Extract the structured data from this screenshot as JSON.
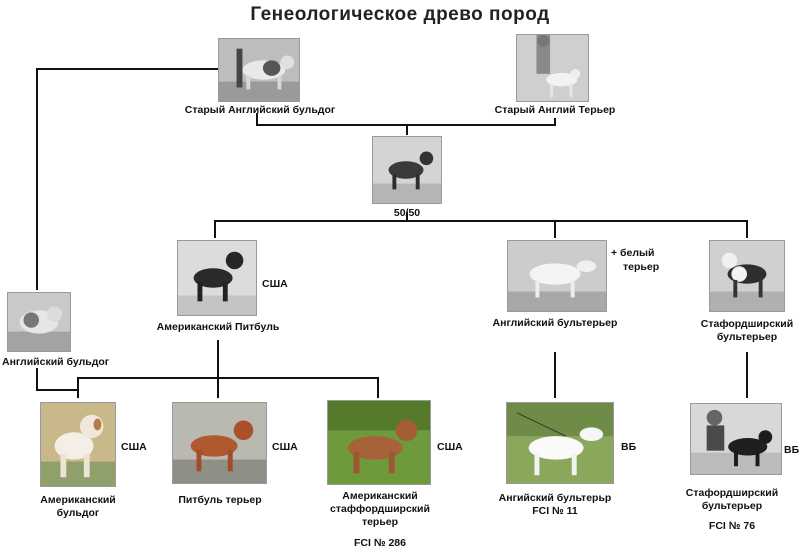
{
  "title": "Генеологическое древо пород",
  "nodes": {
    "old_bulldog": {
      "label": "Старый Английский бульдог"
    },
    "old_terrier": {
      "label": "Старый Англий Терьер"
    },
    "cross": {
      "label": "50/50"
    },
    "am_pitbull": {
      "label": "Американский Питбуль",
      "note": "США"
    },
    "eng_bull_terrier": {
      "label": "Английский бультерьер",
      "note_line1": "+ белый",
      "note_line2": "терьер"
    },
    "staff_bull_terrier": {
      "label_line1": "Стафордширский",
      "label_line2": "бультерьер"
    },
    "eng_bulldog": {
      "label": "Английский бульдог"
    },
    "am_bulldog": {
      "label_line1": "Американский",
      "label_line2": "бульдог",
      "note": "США"
    },
    "pitbull_terrier": {
      "label": "Питбуль терьер",
      "note": "США"
    },
    "amstaff": {
      "label_line1": "Американский",
      "label_line2": "стаффордширский",
      "label_line3": "терьер",
      "fci": "FCI № 286",
      "note": "США"
    },
    "eng_bull_terrier_fci": {
      "label": "Ангийский бультерьр",
      "fci": "FCI № 11",
      "note": "ВБ"
    },
    "staff_bull_terrier_fci": {
      "label_line1": "Стафордширский",
      "label_line2": "бультерьер",
      "fci": "FCI № 76",
      "note": "ВБ"
    }
  }
}
